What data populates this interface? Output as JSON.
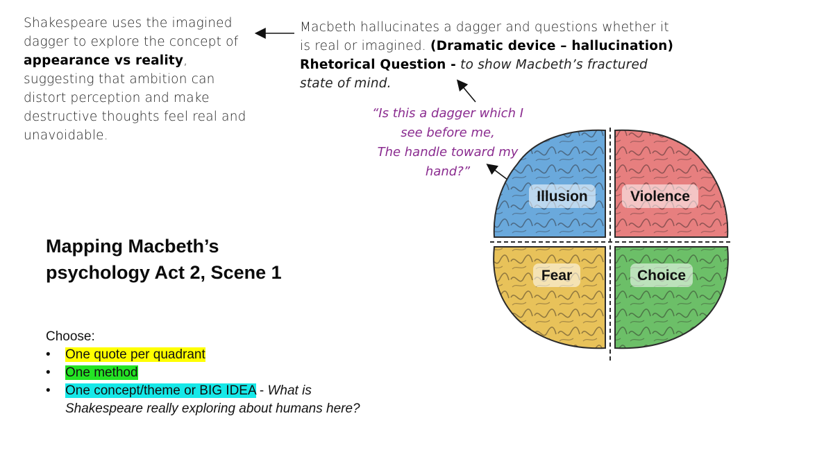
{
  "note_left": {
    "line1": "Shakespeare uses the imagined dagger to explore the concept of ",
    "bold": "appearance vs reality",
    "line2": ", suggesting that ambition can distort perception and make destructive thoughts feel real and unavoidable."
  },
  "note_right": {
    "text1": "Macbeth hallucinates a dagger and questions whether it is real or imagined. ",
    "bold1": "(Dramatic device – hallucination)",
    "bold2": "Rhetorical Question -",
    "italic": " to show Macbeth’s fractured state of mind."
  },
  "quote": {
    "line1": "“Is this a dagger which I",
    "line2": "see before me,",
    "line3": "The handle toward my",
    "line4": "hand?”"
  },
  "brain": {
    "quadrants": [
      "Illusion",
      "Violence",
      "Fear",
      "Choice"
    ],
    "colors": {
      "illusion": "#6aa9dc",
      "violence": "#e77f7f",
      "fear": "#e8c25a",
      "choice": "#6cbf68"
    }
  },
  "title": {
    "line1": "Mapping Macbeth’s",
    "line2": "psychology Act 2, Scene 1"
  },
  "choose": {
    "label": "Choose:",
    "bullet": "•",
    "item1": "One quote per quadrant",
    "item2": "One method",
    "item3": "One concept/theme or BIG IDEA",
    "item3_sep": " - ",
    "item3_italic": "What is Shakespeare really exploring about humans here?"
  },
  "highlight_colors": {
    "yellow": "#ffff00",
    "green": "#24e424",
    "cyan": "#16e8e8"
  }
}
